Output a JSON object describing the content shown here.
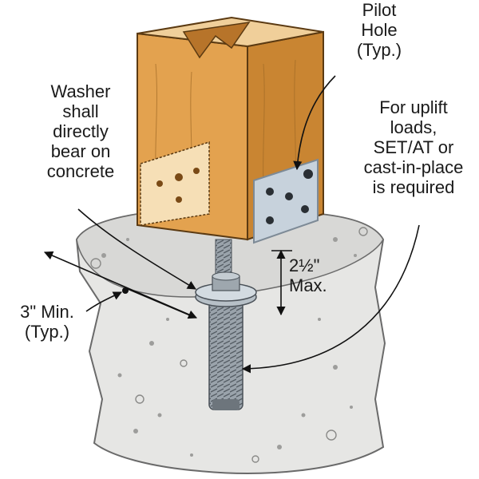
{
  "labels": {
    "pilot_hole": [
      "Pilot",
      "Hole",
      "(Typ.)"
    ],
    "washer": [
      "Washer",
      "shall",
      "directly",
      "bear on",
      "concrete"
    ],
    "uplift": [
      "For uplift",
      "loads,",
      "SET/AT or",
      "cast-in-place",
      "is required"
    ],
    "embed_depth": [
      "2½\"",
      "Max."
    ],
    "edge_distance": [
      "3\" Min.",
      "(Typ.)"
    ]
  },
  "colors": {
    "wood": "#e3a24f",
    "wood_dark": "#c98532",
    "wood_end": "#f0cf9a",
    "steel": "#c7d2dc",
    "steel_edge": "#7d8a96",
    "concrete": "#e6e6e4",
    "concrete_shadow": "#bdbdbb",
    "arrow": "#111111"
  }
}
